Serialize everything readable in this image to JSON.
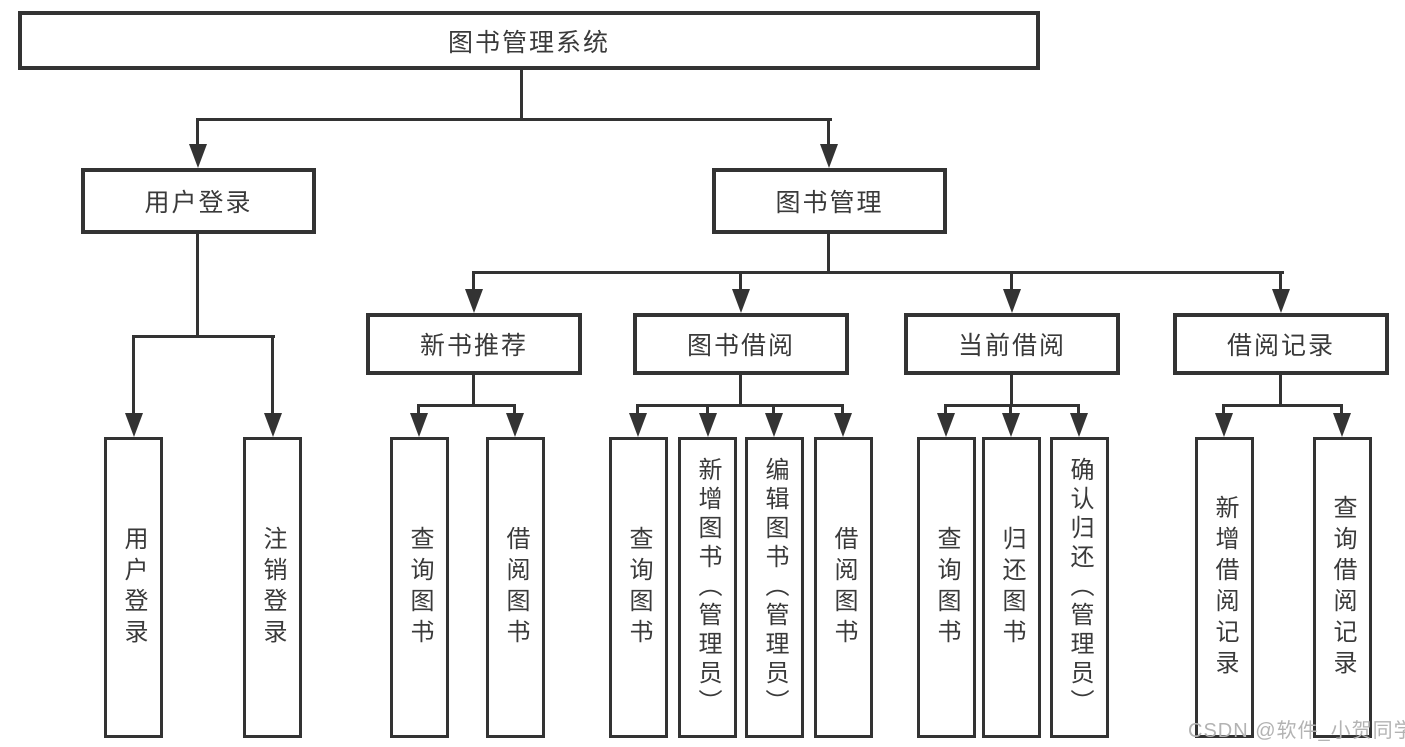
{
  "watermark": "CSDN @软件_小贺同学",
  "tree": {
    "root": "图书管理系统",
    "branches": [
      {
        "label": "用户登录",
        "children": [
          "用户登录",
          "注销登录"
        ]
      },
      {
        "label": "图书管理",
        "sections": [
          {
            "label": "新书推荐",
            "children": [
              "查询图书",
              "借阅图书"
            ]
          },
          {
            "label": "图书借阅",
            "children": [
              "查询图书",
              "新增图书（管理员）",
              "编辑图书（管理员）",
              "借阅图书"
            ]
          },
          {
            "label": "当前借阅",
            "children": [
              "查询图书",
              "归还图书",
              "确认归还（管理员）"
            ]
          },
          {
            "label": "借阅记录",
            "children": [
              "新增借阅记录",
              "查询借阅记录"
            ]
          }
        ]
      }
    ]
  }
}
